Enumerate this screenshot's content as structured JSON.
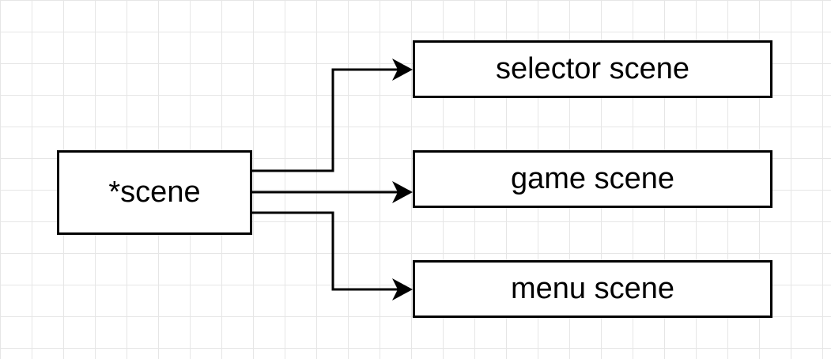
{
  "diagram": {
    "nodes": {
      "source": {
        "label": "*scene"
      },
      "selector": {
        "label": "selector scene"
      },
      "game": {
        "label": "game scene"
      },
      "menu": {
        "label": "menu scene"
      }
    },
    "edges": [
      {
        "from": "source",
        "to": "selector"
      },
      {
        "from": "source",
        "to": "game"
      },
      {
        "from": "source",
        "to": "menu"
      }
    ],
    "colors": {
      "stroke": "#000000",
      "grid": "#e6e6e6",
      "background": "#ffffff"
    }
  }
}
